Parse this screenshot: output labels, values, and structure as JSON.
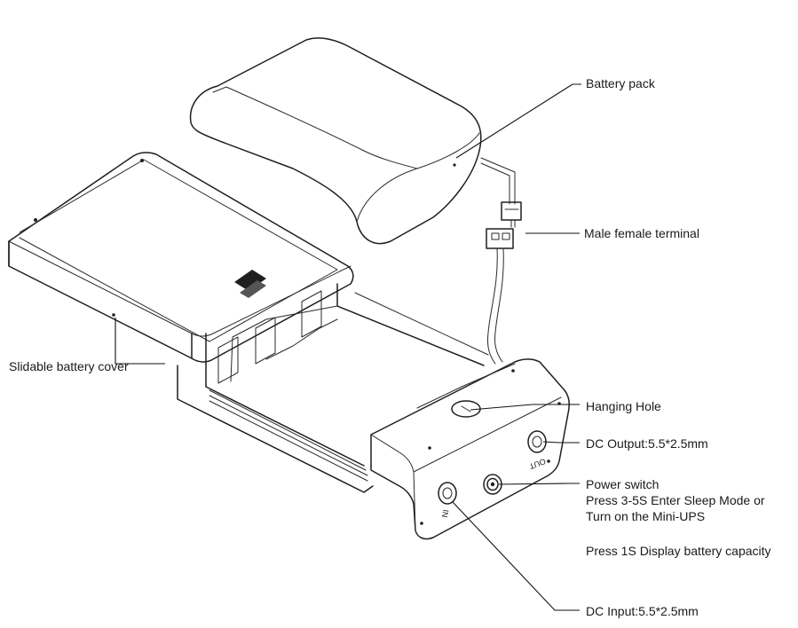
{
  "labels": {
    "battery_pack": "Battery pack",
    "male_female_terminal": "Male female terminal",
    "slidable_cover": "Slidable battery cover",
    "hanging_hole": "Hanging Hole",
    "dc_output": "DC Output:5.5*2.5mm",
    "power_switch": "Power switch",
    "power_switch_line1": "Press 3-5S Enter Sleep Mode or",
    "power_switch_line2": "Turn on the Mini-UPS",
    "power_switch_line3": "Press 1S Display battery capacity",
    "dc_input": "DC Input:5.5*2.5mm",
    "port_in": "IN",
    "port_out": "OUT"
  },
  "colors": {
    "line": "#1f1f1f",
    "text": "#1a1a1a",
    "background": "#ffffff"
  }
}
